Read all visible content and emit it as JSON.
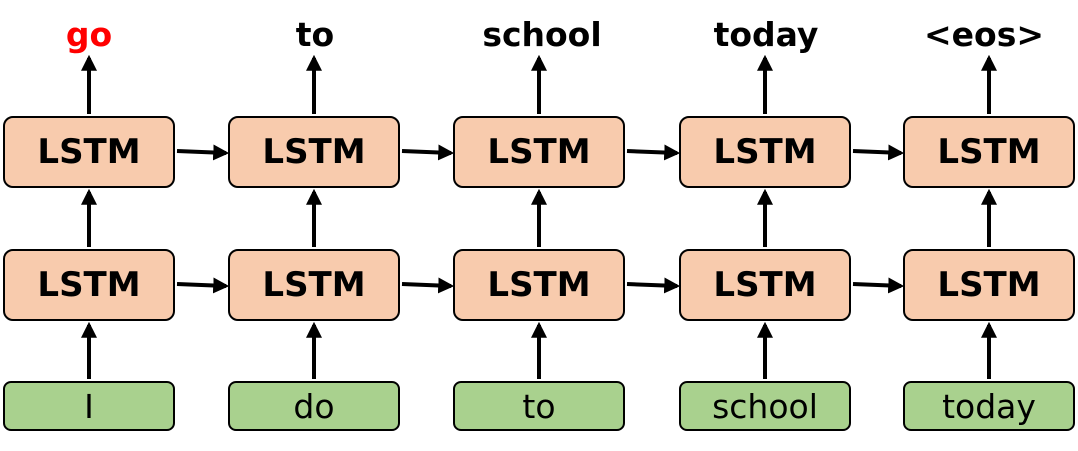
{
  "lstm_label": "LSTM",
  "outputs": [
    {
      "text": "go",
      "color": "#ff0000"
    },
    {
      "text": "to",
      "color": "#000000"
    },
    {
      "text": "school",
      "color": "#000000"
    },
    {
      "text": "today",
      "color": "#000000"
    },
    {
      "text": "<eos>",
      "color": "#000000"
    }
  ],
  "inputs": [
    "I",
    "do",
    "to",
    "school",
    "today"
  ],
  "colors": {
    "lstm_fill": "#f8cbad",
    "input_fill": "#a9d18e",
    "highlight": "#ff0000"
  }
}
